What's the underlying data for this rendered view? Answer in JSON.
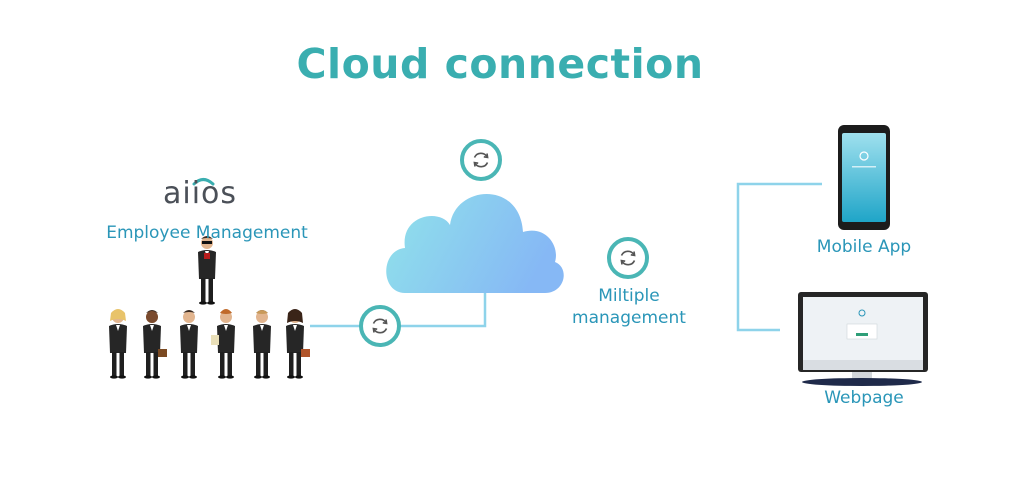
{
  "title": "Cloud connection",
  "brand": {
    "logo_text": "aiios",
    "subtitle": "Employee Management"
  },
  "nodes": {
    "middle_label": "Miltiple management",
    "mobile_label": "Mobile App",
    "web_label": "Webpage"
  },
  "colors": {
    "title": "#3aaeb0",
    "label": "#2a96b8",
    "line": "#8ed3ea",
    "sync_ring": "#4ab6b5",
    "cloud_start": "#90e3ea",
    "cloud_end": "#86b8f5",
    "logo_text": "#4b5058",
    "logo_arc": "#3aaeb0"
  },
  "icons": {
    "sync": "sync-icon",
    "cloud": "cloud-icon",
    "phone": "phone-icon",
    "monitor": "monitor-icon",
    "person": "person-icon"
  }
}
